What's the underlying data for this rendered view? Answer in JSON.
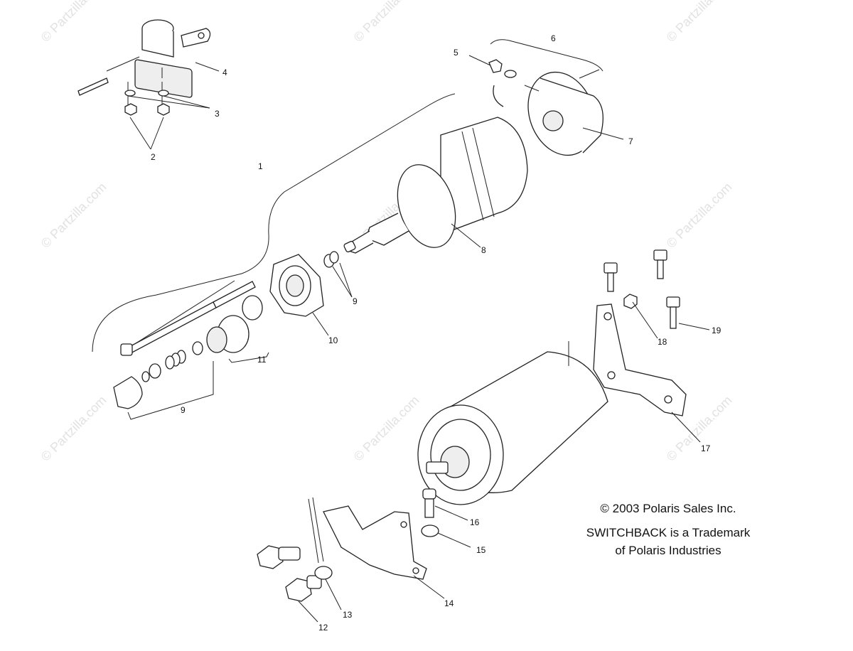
{
  "watermark_text": "© Partzilla.com",
  "callouts": [
    "1",
    "2",
    "3",
    "4",
    "5",
    "6",
    "7",
    "8",
    "9",
    "9",
    "10",
    "11",
    "12",
    "13",
    "14",
    "15",
    "16",
    "17",
    "18",
    "19"
  ],
  "copyright": {
    "line1": "© 2003 Polaris Sales Inc.",
    "line2": "SWITCHBACK is a Trademark",
    "line3": "of Polaris Industries"
  }
}
